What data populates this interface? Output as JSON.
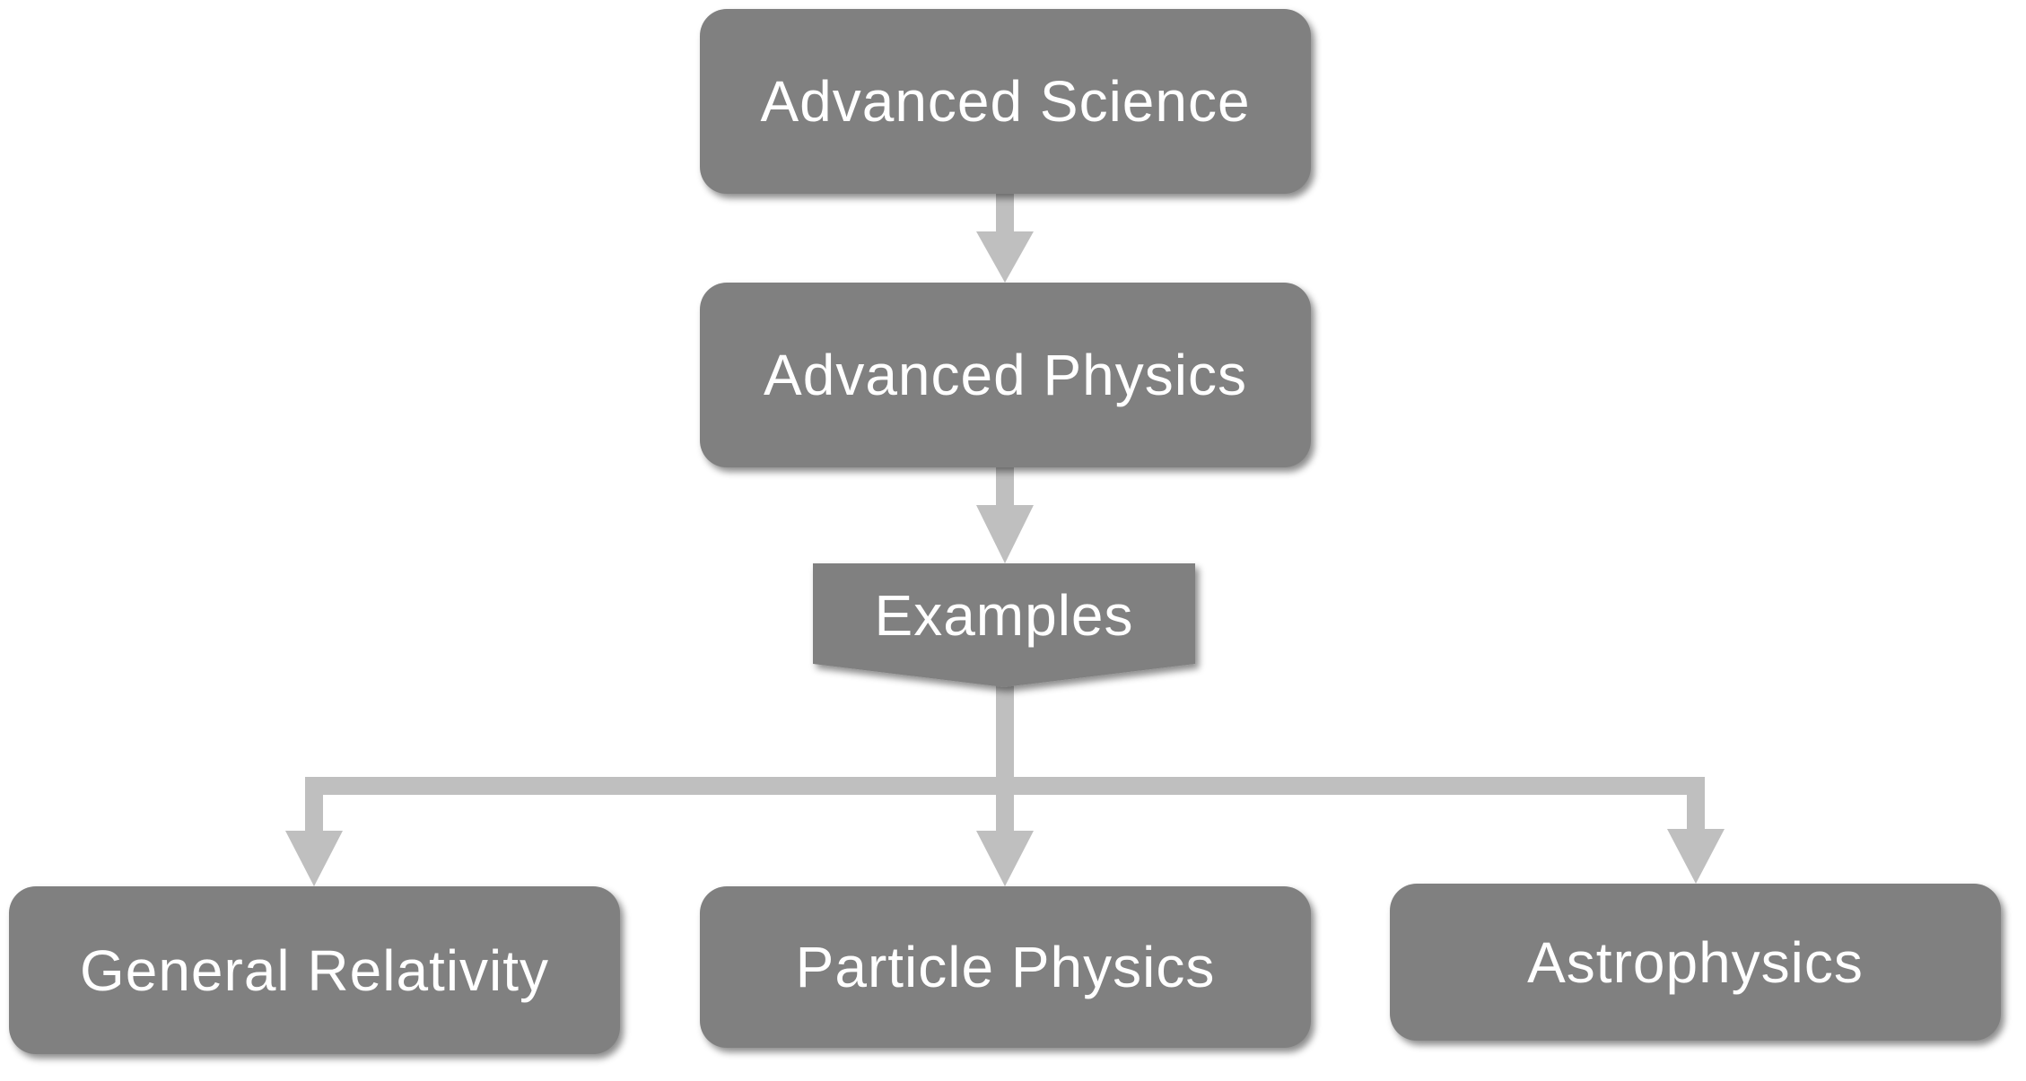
{
  "diagram": {
    "nodes": {
      "advanced_science": "Advanced Science",
      "advanced_physics": "Advanced Physics",
      "examples": "Examples",
      "general_relativity": "General Relativity",
      "particle_physics": "Particle Physics",
      "astrophysics": "Astrophysics"
    },
    "colors": {
      "node_fill": "#808080",
      "node_text": "#ffffff",
      "connector": "#bfbfbf"
    }
  }
}
